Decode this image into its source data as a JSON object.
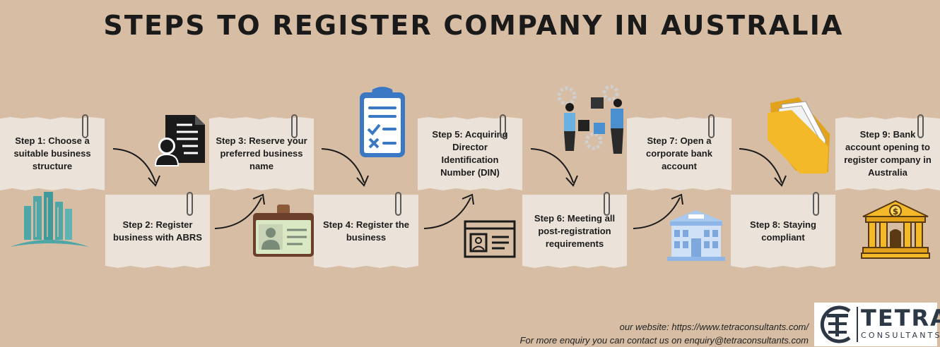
{
  "title": "STEPS TO REGISTER COMPANY IN AUSTRALIA",
  "steps": [
    {
      "label": "Step 1: Choose a suitable business structure"
    },
    {
      "label": "Step 2: Register business with ABRS"
    },
    {
      "label": "Step 3: Reserve your preferred business name"
    },
    {
      "label": "Step 4: Register the business"
    },
    {
      "label": "Step 5: Acquiring Director Identification Number (DIN)"
    },
    {
      "label": "Step 6: Meeting all post-registration requirements"
    },
    {
      "label": "Step 7: Open a corporate bank account"
    },
    {
      "label": "Step 8: Staying compliant"
    },
    {
      "label": "Step 9: Bank account opening to register company in Australia"
    }
  ],
  "icons": [
    "buildings-icon",
    "document-user-icon",
    "id-badge-icon",
    "clipboard-checklist-icon",
    "id-card-icon",
    "teamwork-puzzle-icon",
    "bank-building-icon",
    "folder-documents-icon",
    "bank-dollar-icon"
  ],
  "footer": {
    "website": "our website:  https://www.tetraconsultants.com/",
    "enquiry": "For more enquiry you can contact us on enquiry@tetraconsultants.com"
  },
  "logo": {
    "name": "TETRA",
    "tagline": "CONSULTANTS"
  },
  "colors": {
    "background": "#d7bda4",
    "card": "#ebe3da",
    "accent_blue": "#3a78c4",
    "teal": "#4fa6a6",
    "gold": "#f3b928",
    "logo_navy": "#2d3846"
  }
}
